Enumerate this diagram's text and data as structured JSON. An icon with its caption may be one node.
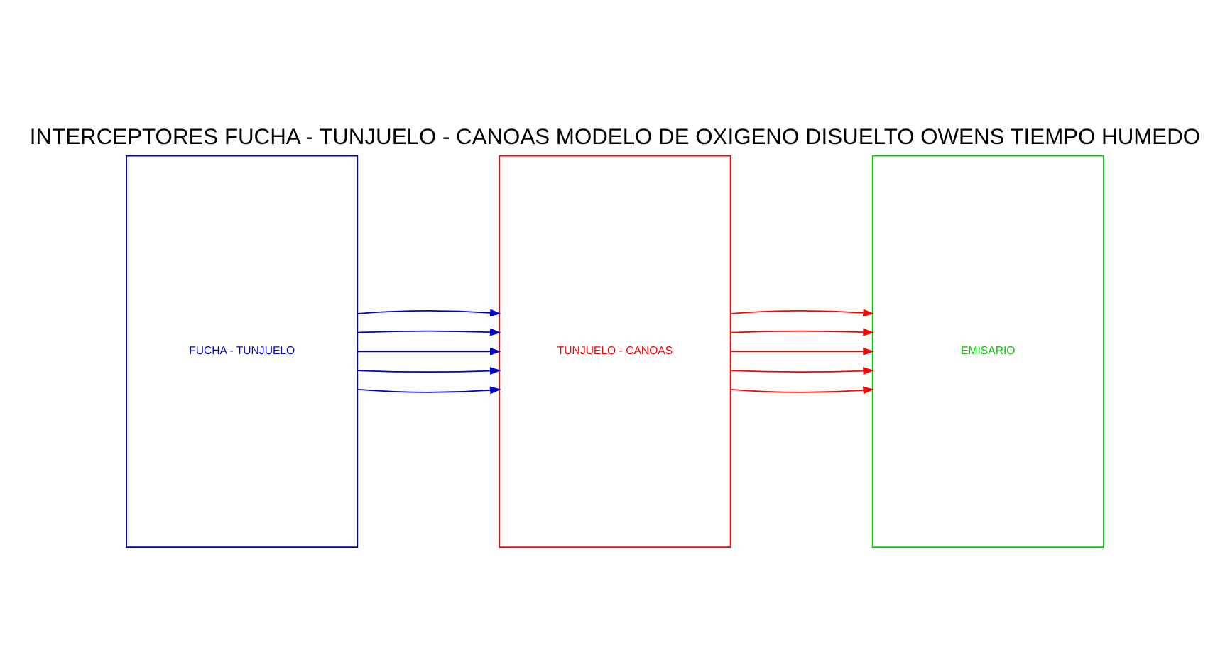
{
  "diagram": {
    "title": "INTERCEPTORES FUCHA - TUNJUELO - CANOAS MODELO DE OXIGENO DISUELTO OWENS TIEMPO HUMEDO",
    "nodes": [
      {
        "text": [
          "FUCHA - TUNJUELO"
        ]
      },
      {
        "text": [
          "TUNJUELO - CANOAS"
        ]
      },
      {
        "text": [
          "EMISARIO"
        ]
      }
    ],
    "edges": [
      {
        "from": 0,
        "to": 1,
        "arrow": "to",
        "color": "#0000cc"
      },
      {
        "from": 0,
        "to": 1,
        "arrow": "to",
        "color": "#0000cc"
      },
      {
        "from": 0,
        "to": 1,
        "arrow": "to",
        "color": "#0000cc"
      },
      {
        "from": 0,
        "to": 1,
        "arrow": "to",
        "color": "#0000cc"
      },
      {
        "from": 0,
        "to": 1,
        "arrow": "to",
        "color": "#0000cc"
      },
      {
        "from": 1,
        "to": 2,
        "arrow": "to",
        "color": "#ff0000"
      },
      {
        "from": 1,
        "to": 2,
        "arrow": "to",
        "color": "#ff0000"
      },
      {
        "from": 1,
        "to": 2,
        "arrow": "to",
        "color": "#ff0000"
      },
      {
        "from": 1,
        "to": 2,
        "arrow": "to",
        "color": "#ff0000"
      },
      {
        "from": 1,
        "to": 2,
        "arrow": "to",
        "color": "#ff0000"
      }
    ]
  }
}
